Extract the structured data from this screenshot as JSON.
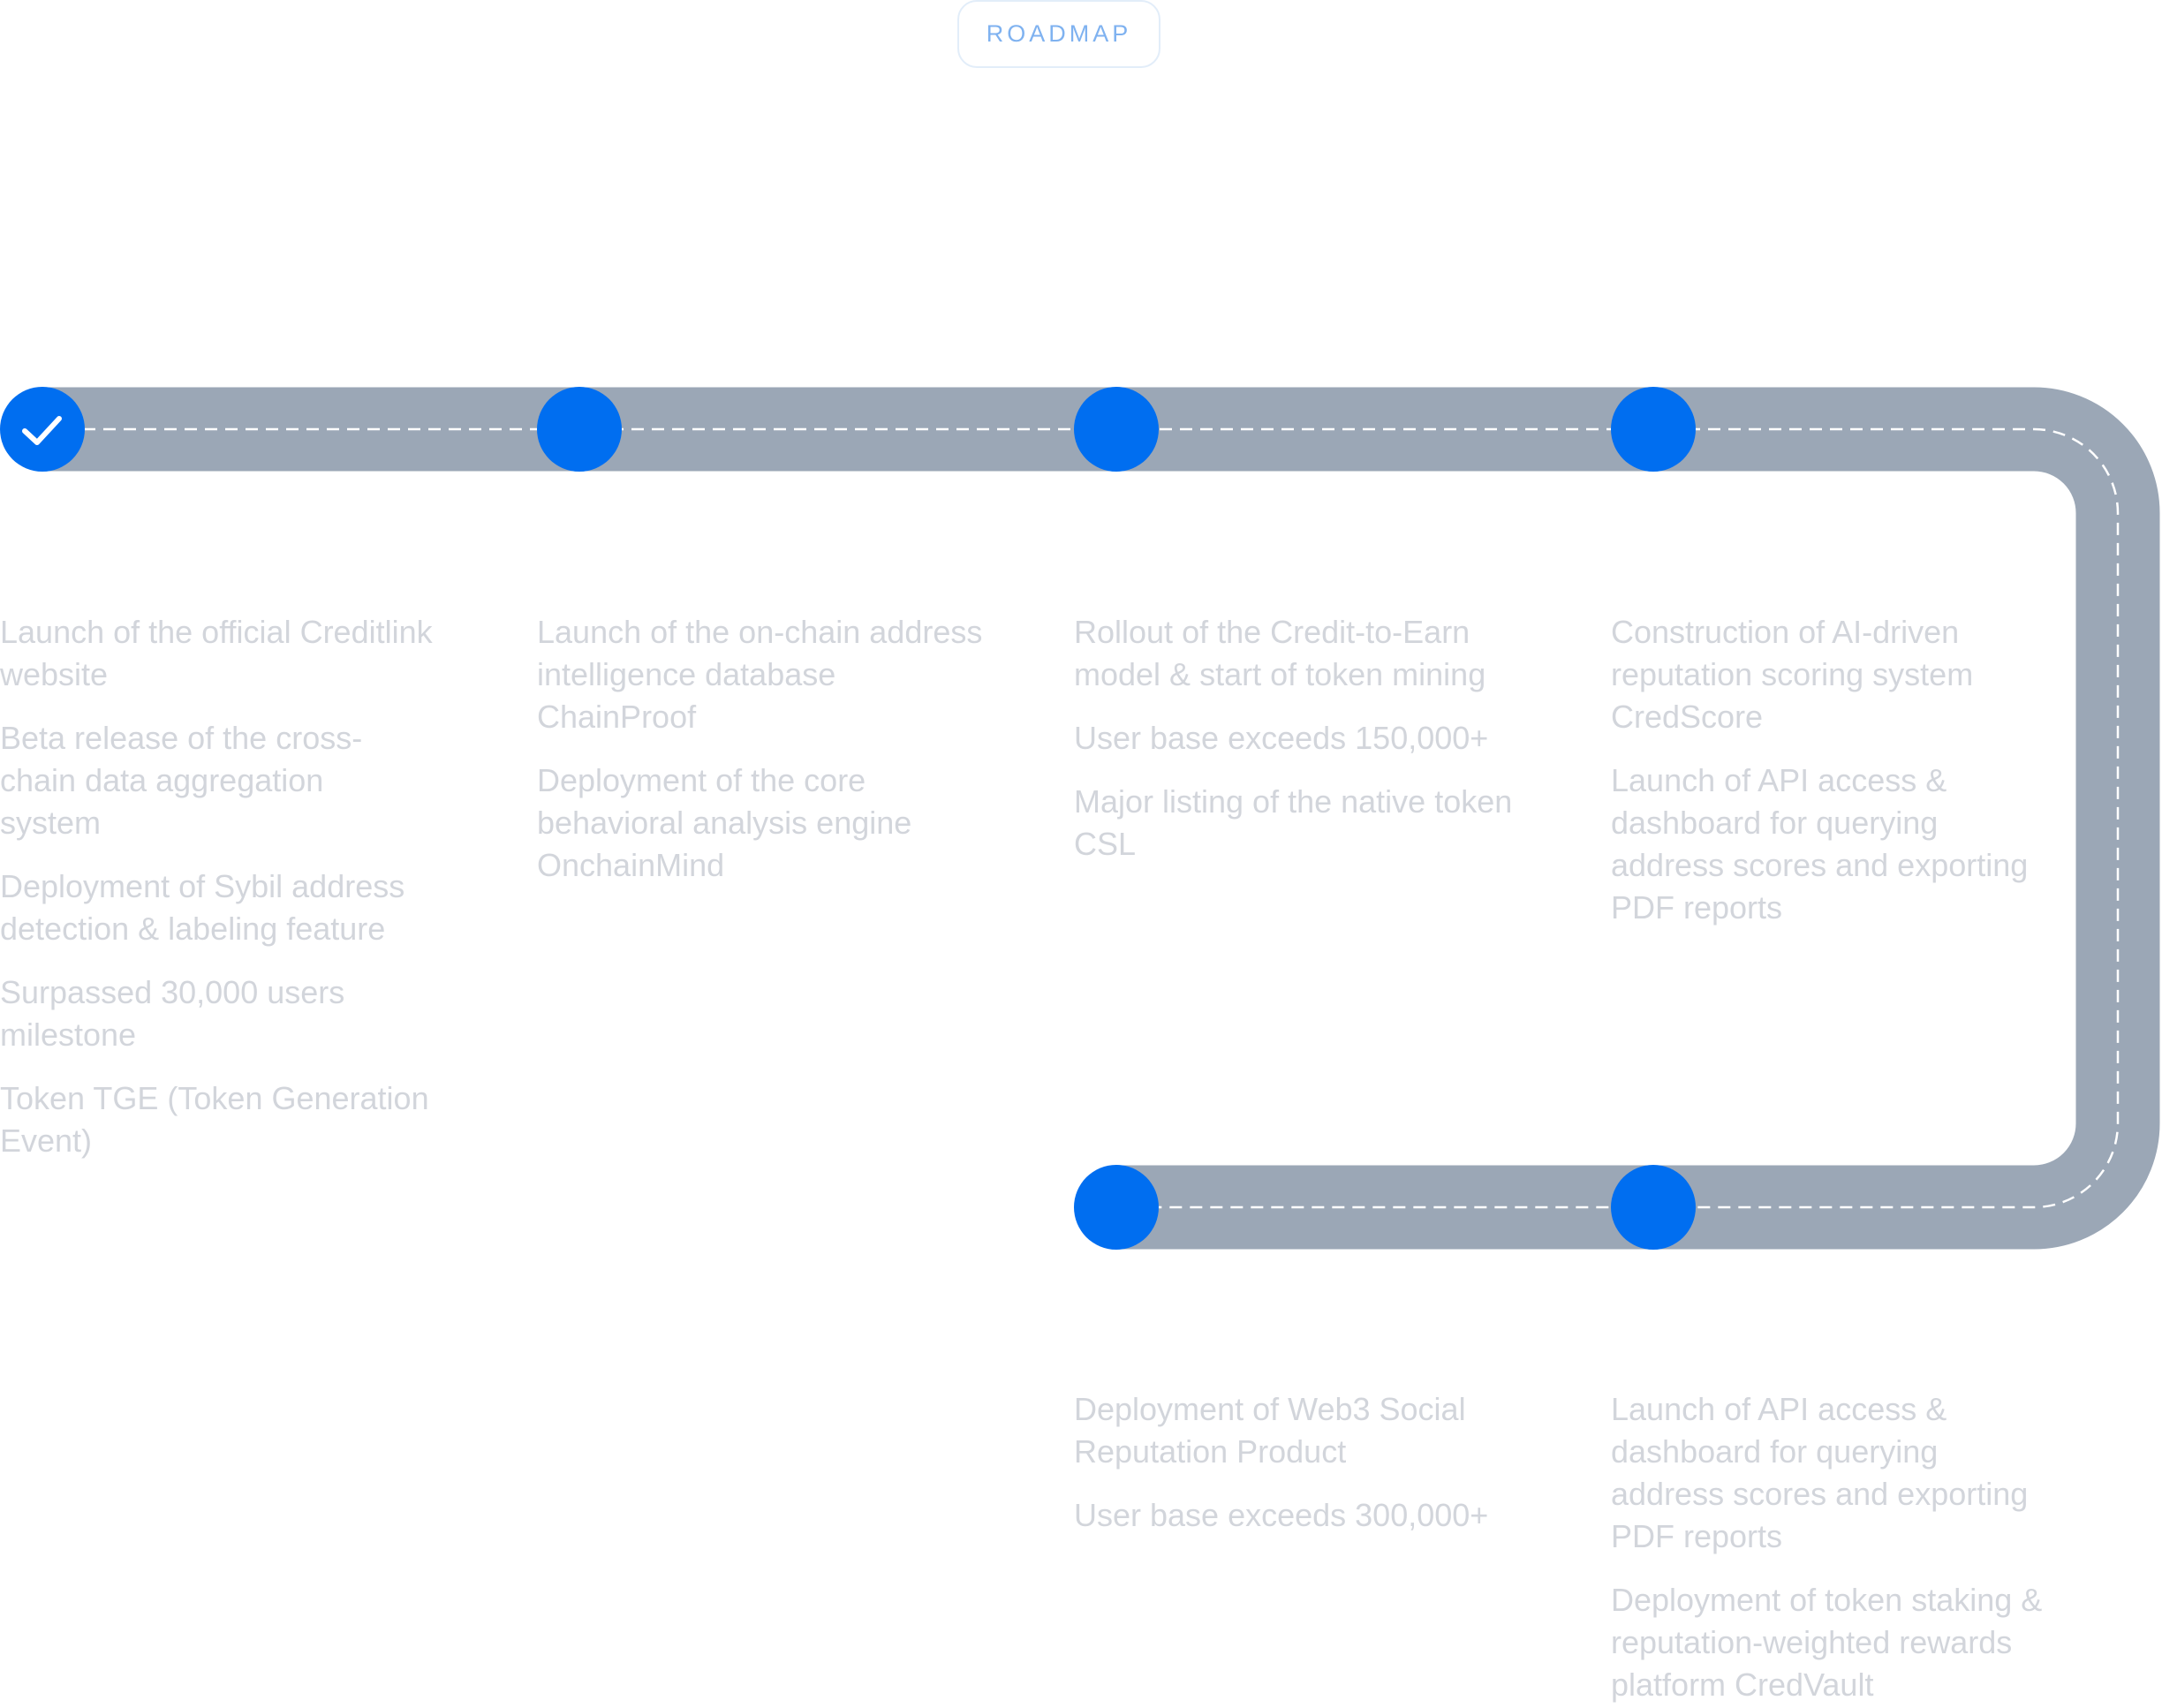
{
  "header": {
    "badge": "ROADMAP"
  },
  "colors": {
    "road": "#9ba7b6",
    "dash": "#ffffff",
    "node": "#006ef0",
    "text": "#d2d5db",
    "badge_text": "#7fb2f0",
    "badge_border": "#e2edf9"
  },
  "milestones": [
    {
      "completed": true,
      "items": [
        "Launch of the official Creditlink website",
        "Beta release of the cross-chain data aggregation system",
        "Deployment of Sybil address detection & labeling feature",
        "Surpassed 30,000 users milestone",
        "Token TGE (Token Generation Event)"
      ]
    },
    {
      "completed": false,
      "items": [
        "Launch of the on-chain address intelligence database ChainProof",
        "Deployment of the core behavioral analysis engine OnchainMind"
      ]
    },
    {
      "completed": false,
      "items": [
        "Rollout of the Credit-to-Earn model & start of token mining",
        "User base exceeds 150,000+",
        "Major listing of the native token CSL"
      ]
    },
    {
      "completed": false,
      "items": [
        "Construction of AI-driven reputation scoring system CredScore",
        "Launch of API access & dashboard for querying address scores and exporting PDF reports"
      ]
    },
    {
      "completed": false,
      "items": [
        "Deployment of Web3 Social Reputation Product",
        "User base exceeds 300,000+"
      ]
    },
    {
      "completed": false,
      "items": [
        "Launch of API access & dashboard for querying address scores and exporting PDF reports",
        "Deployment of token staking & reputation-weighted rewards platform CredVault"
      ]
    }
  ]
}
